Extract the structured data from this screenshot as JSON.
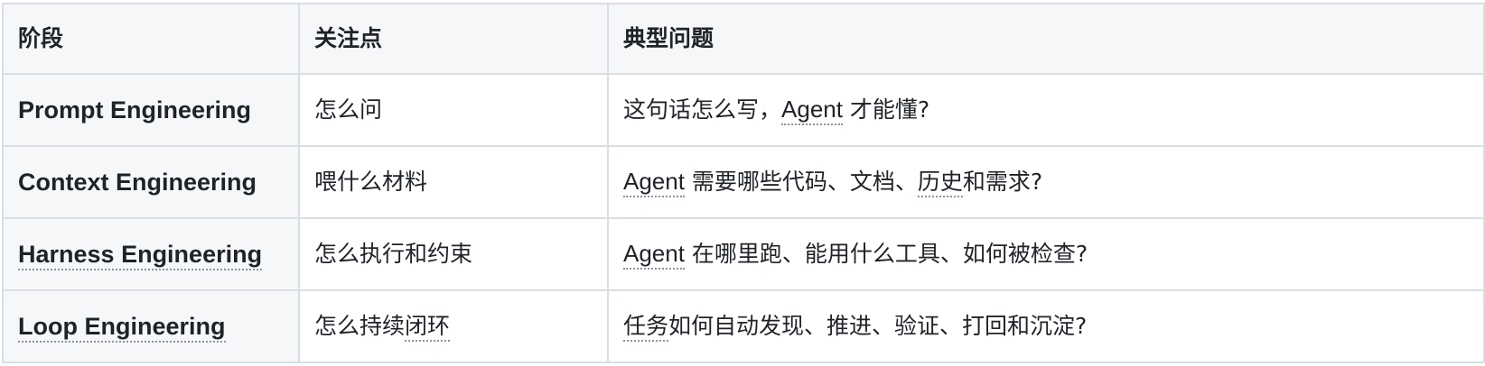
{
  "table": {
    "headers": [
      "阶段",
      "关注点",
      "典型问题"
    ],
    "rows": [
      {
        "stage": "Prompt Engineering",
        "focus": "怎么问",
        "question_term": "",
        "question_pre": "这句话怎么写，",
        "question_term2": "Agent",
        "question_rest": " 才能懂?"
      },
      {
        "stage": "Context Engineering",
        "focus": "喂什么材料",
        "question_term": "Agent",
        "question_mid": " 需要哪些代码、文档、",
        "question_term2": "历史",
        "question_rest": "和需求?"
      },
      {
        "stage": "Harness Engineering",
        "focus": "怎么执行和约束",
        "question_term": "Agent",
        "question_rest": " 在哪里跑、能用什么工具、如何被检查?"
      },
      {
        "stage": "Loop Engineering",
        "focus_pre": "怎么持续",
        "focus_term": "闭环",
        "question_term": "任务",
        "question_rest": "如何自动发现、推进、验证、打回和沉淀?"
      }
    ]
  }
}
